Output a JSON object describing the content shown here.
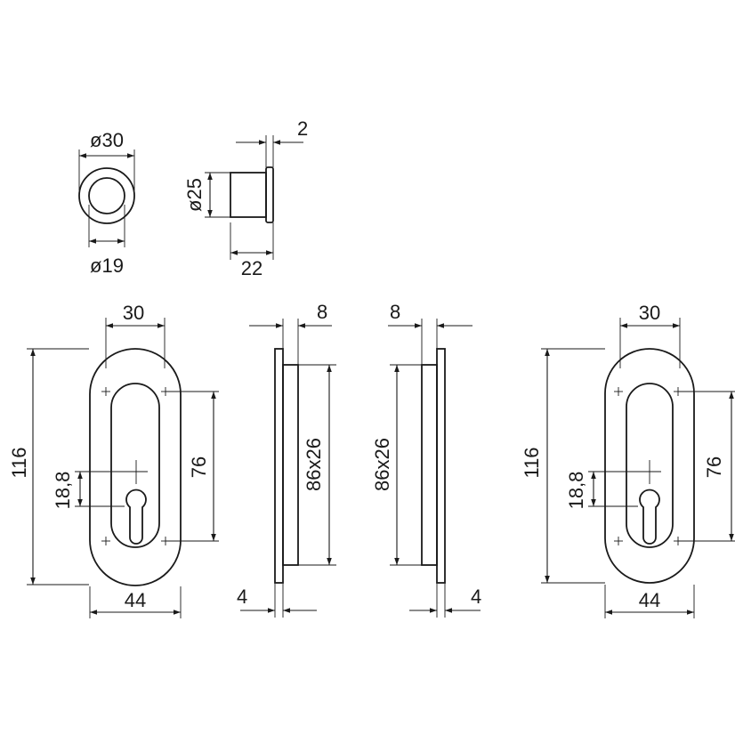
{
  "dimensions": {
    "ring_outer": "ø30",
    "ring_inner": "ø19",
    "cyl_diameter": "ø25",
    "cyl_flange": "2",
    "cyl_length": "22",
    "left_width_top": "30",
    "left_height": "116",
    "left_offset": "18,8",
    "left_hole_spacing": "76",
    "left_width_bottom": "44",
    "side1_depth": "8",
    "side1_cutout": "86x26",
    "side1_plate": "4",
    "side2_depth": "8",
    "side2_cutout": "86x26",
    "side2_plate": "4",
    "right_width_top": "30",
    "right_height": "116",
    "right_offset": "18,8",
    "right_hole_spacing": "76",
    "right_width_bottom": "44"
  }
}
